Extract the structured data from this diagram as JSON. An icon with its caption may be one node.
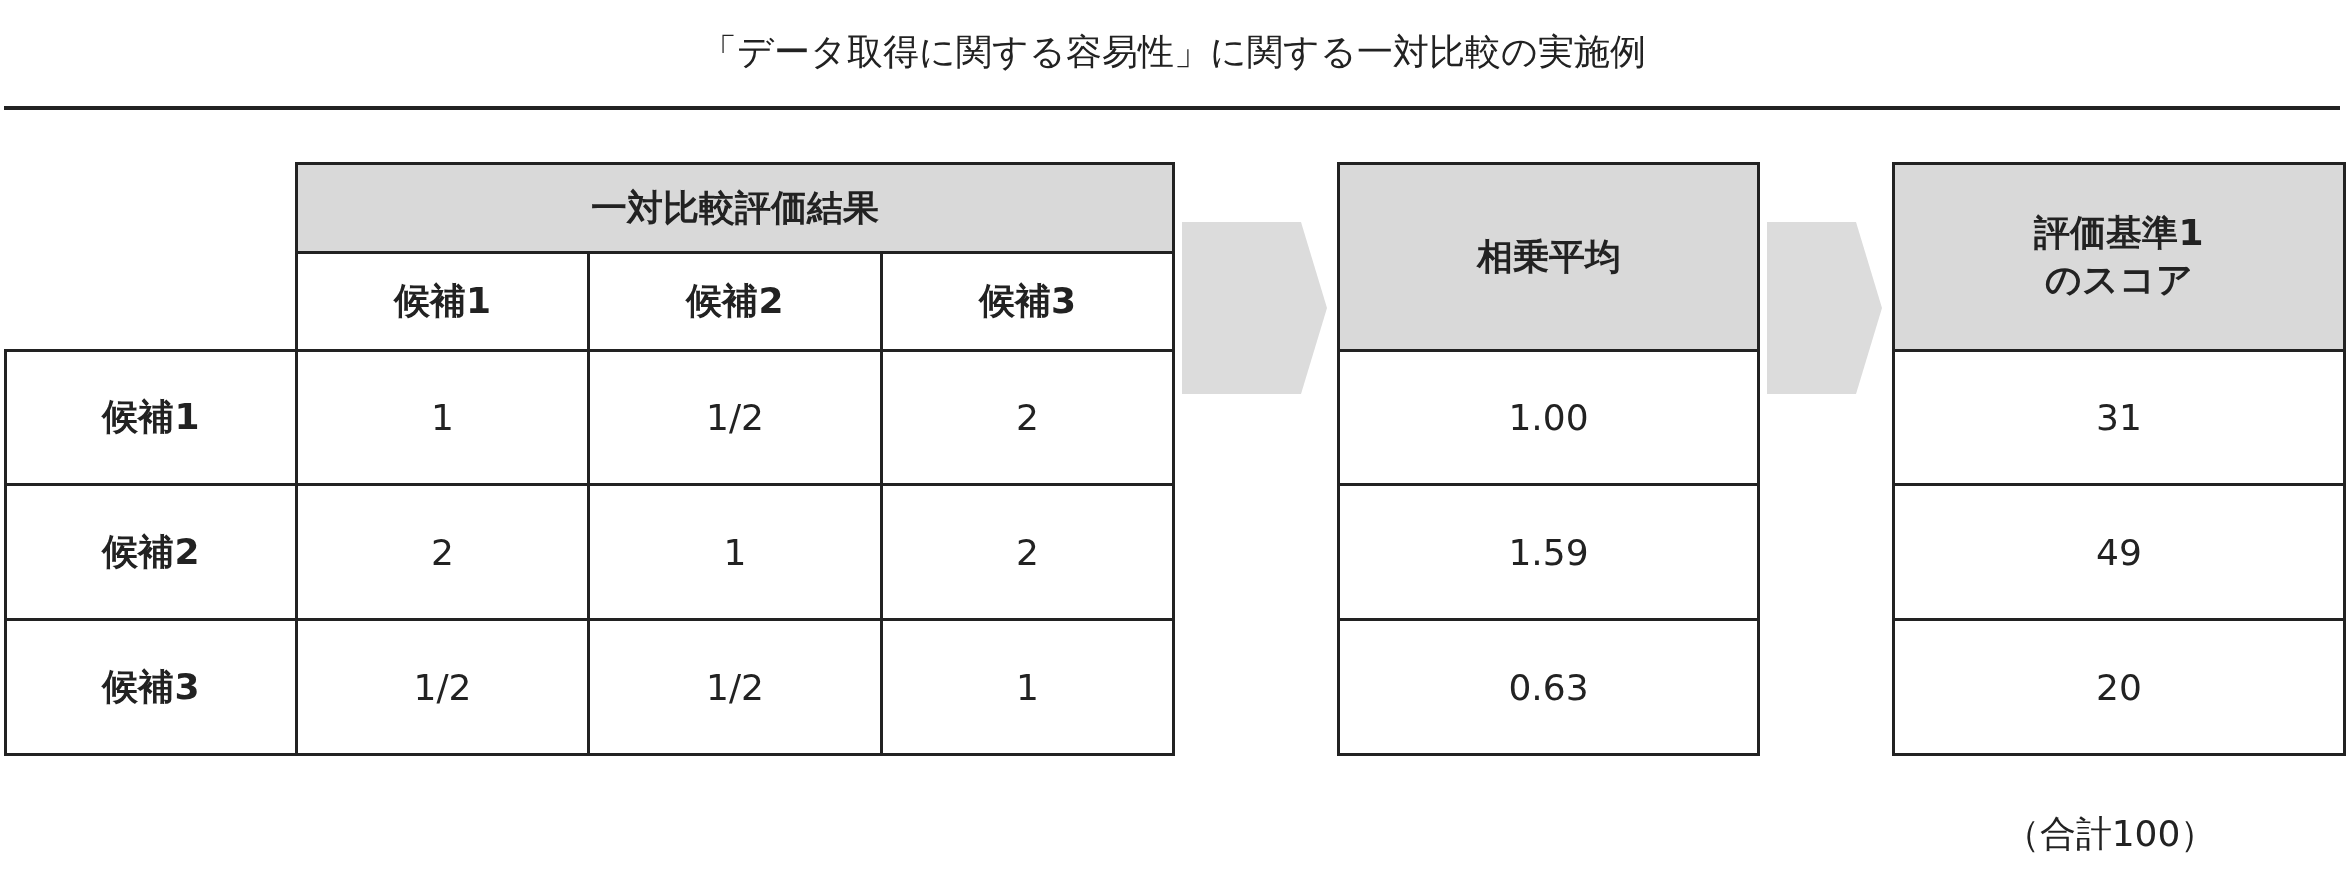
{
  "diagram": {
    "title": "「データ取得に関する容易性」に関する一対比較の実施例",
    "nodes": [
      {
        "text": [
          "一対比較評価結果",
          "候補1",
          "候補2",
          "候補3",
          "候補1",
          "1",
          "1/2",
          "2",
          "候補2",
          "2",
          "1",
          "2",
          "候補3",
          "1/2",
          "1/2",
          "1"
        ]
      },
      {
        "text": [
          "相乗平均",
          "1.00",
          "1.59",
          "0.63"
        ]
      },
      {
        "text": [
          "評価基準1のスコア",
          "31",
          "49",
          "20"
        ]
      }
    ],
    "edges": [
      {
        "from": 0,
        "to": 1,
        "arrow": "to"
      },
      {
        "from": 1,
        "to": 2,
        "arrow": "to"
      }
    ],
    "labels": [
      "（合計100）"
    ]
  }
}
